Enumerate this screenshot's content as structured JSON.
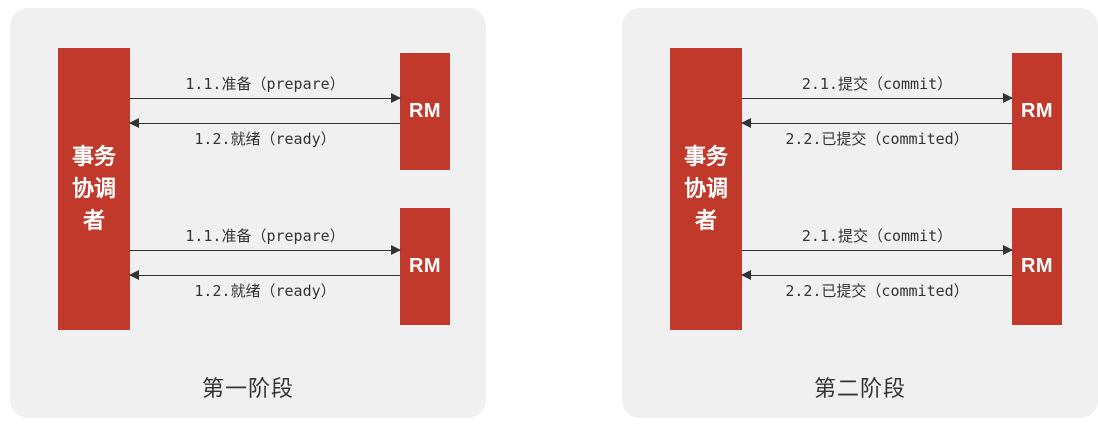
{
  "colors": {
    "accent": "#c0392b",
    "panel_bg": "#f0f0f0",
    "arrow": "#333333",
    "label_text": "#333333"
  },
  "panels": [
    {
      "coordinator_label": "事务\n协调\n者",
      "caption": "第一阶段",
      "exchanges": [
        {
          "rm_label": "RM",
          "request": "1.1.准备（prepare）",
          "response": "1.2.就绪（ready）"
        },
        {
          "rm_label": "RM",
          "request": "1.1.准备（prepare）",
          "response": "1.2.就绪（ready）"
        }
      ]
    },
    {
      "coordinator_label": "事务\n协调\n者",
      "caption": "第二阶段",
      "exchanges": [
        {
          "rm_label": "RM",
          "request": "2.1.提交（commit）",
          "response": "2.2.已提交（commited）"
        },
        {
          "rm_label": "RM",
          "request": "2.1.提交（commit）",
          "response": "2.2.已提交（commited）"
        }
      ]
    }
  ]
}
